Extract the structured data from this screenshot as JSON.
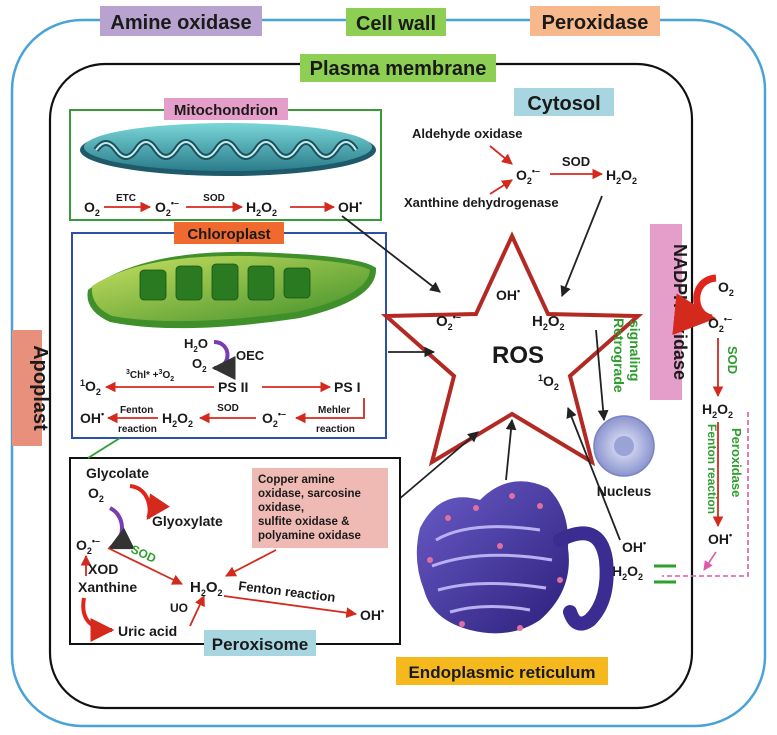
{
  "tags": {
    "amine_oxidase": "Amine oxidase",
    "cell_wall": "Cell wall",
    "peroxidase_top": "Peroxidase",
    "plasma_membrane": "Plasma membrane",
    "cytosol": "Cytosol",
    "mitochondrion": "Mitochondrion",
    "chloroplast": "Chloroplast",
    "nadph_oxidase": "NADPH oxidase",
    "apoplast": "Apoplast",
    "peroxisome": "Peroxisome",
    "endoplasmic_reticulum": "Endoplasmic reticulum",
    "nucleus": "Nucleus"
  },
  "colors": {
    "purple_tag": "#b8a2cf",
    "green_tag": "#8ccf52",
    "orange_tag": "#f7b98b",
    "cyan_tag": "#a8d6e0",
    "pink_tag": "#e49ec9",
    "salmon_tag": "#e8907c",
    "chloro_tag": "#f06a30",
    "yellow_tag": "#f5b91e",
    "enzyme_box": "#efb9b4",
    "red_arrow": "#d42a1e",
    "outer_wall": "#4aa3d8",
    "star_stroke": "#b32a24",
    "text_green": "#2e9e2e"
  },
  "mito": {
    "o2": "O",
    "etc": "ETC",
    "sod": "SOD",
    "h2o2": "H",
    "oh": "OH"
  },
  "chloro": {
    "h2o": "H",
    "oec": "OEC",
    "o2": "O",
    "chl": "Chl* +",
    "ps2": "PS II",
    "ps1": "PS I",
    "singlet": "O",
    "sod": "SOD",
    "mehler": "Mehler",
    "reaction": "reaction",
    "fenton": "Fenton",
    "fenton_reaction": "reaction",
    "oh": "OH"
  },
  "cytosol": {
    "aldehyde": "Aldehyde oxidase",
    "xanthine_dh": "Xanthine dehydrogenase",
    "sod": "SOD"
  },
  "ros": {
    "center": "ROS",
    "oh": "OH",
    "singlet": "O"
  },
  "nadph": {
    "o2": "O",
    "sod": "SOD",
    "peroxidase": "Peroxidase",
    "fenton": "Fenton reaction"
  },
  "retro": {
    "line1": "Retrograde",
    "line2": "signaling"
  },
  "peroxisome": {
    "glycolate": "Glycolate",
    "glyoxylate": "Glyoxylate",
    "xod": "XOD",
    "xanthine": "Xanthine",
    "uric": "Uric acid",
    "uo": "UO",
    "sod": "SOD",
    "fenton": "Fenton reaction",
    "oh": "OH"
  },
  "enzymes": {
    "line1": "Copper amine",
    "line2": "oxidase, sarcosine",
    "line3": "oxidase,",
    "line4": "sulfite oxidase &",
    "line5": "polyamine oxidase"
  },
  "apoplast_side": {
    "oh": "OH"
  }
}
